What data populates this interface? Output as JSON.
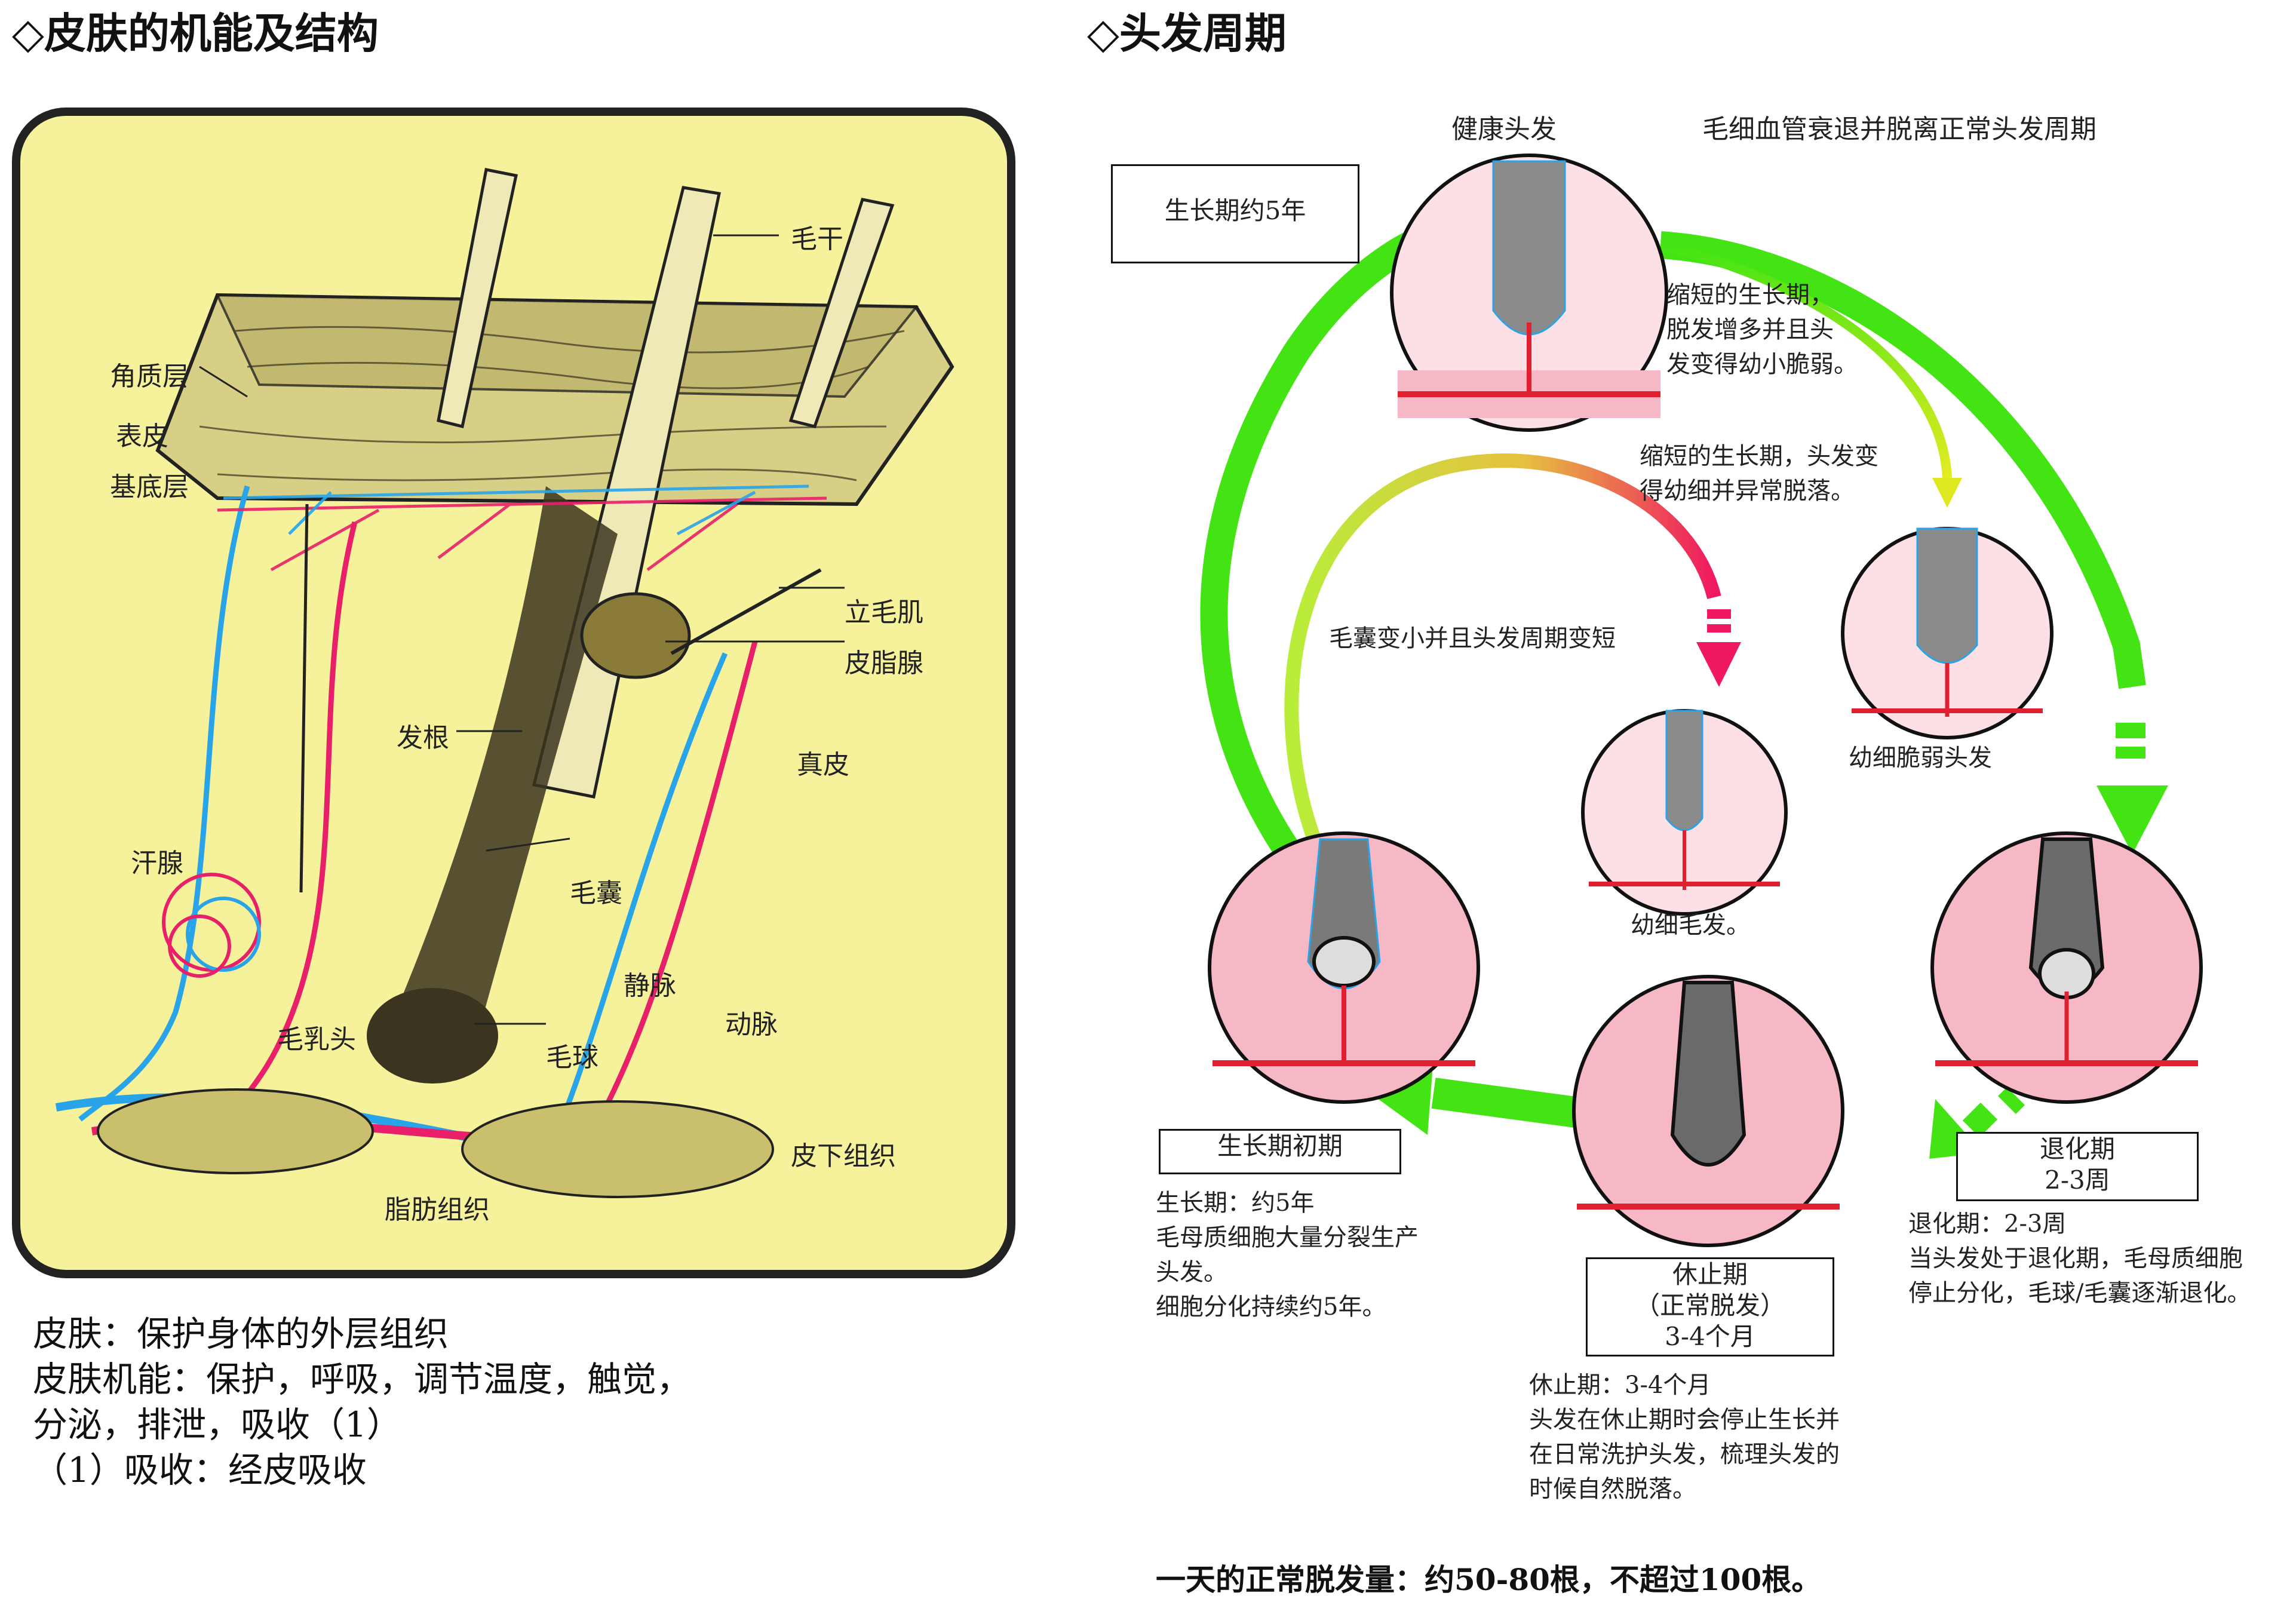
{
  "left": {
    "heading": "◇皮肤的机能及结构",
    "labels": {
      "keratin_layer": "角质层",
      "epidermis": "表皮",
      "basal_layer": "基底层",
      "hair_shaft": "毛干",
      "arrector_muscle": "立毛肌",
      "sebaceous_gland": "皮脂腺",
      "hair_root": "发根",
      "dermis": "真皮",
      "sweat_gland": "汗腺",
      "follicle": "毛囊",
      "vein": "静脉",
      "artery": "动脉",
      "papilla": "毛乳头",
      "hair_bulb": "毛球",
      "subcutaneous": "皮下组织",
      "fat_tissue": "脂肪组织"
    },
    "text_lines": [
      "皮肤：保护身体的外层组织",
      "皮肤机能：保护，呼吸，调节温度，触觉，",
      "分泌，排泄，吸收（1）",
      "（1）吸收：经皮吸收"
    ]
  },
  "right": {
    "heading": "◇头发周期",
    "healthy_label": "健康头发",
    "capillary_title": "毛细血管衰退并脱离正常头发周期",
    "growth_box": "生长期约5年",
    "shortened_note_1": [
      "缩短的生长期，",
      "脱发增多并且头",
      "发变得幼小脆弱。"
    ],
    "shortened_note_2": [
      "缩短的生长期，头发变",
      "得幼细并异常脱落。"
    ],
    "follicle_note": "毛囊变小并且头发周期变短",
    "weak_hair_label": "幼细脆弱头发",
    "fine_hair_label": "幼细毛发。",
    "early_growth_box": "生长期初期",
    "early_growth_note": [
      "生长期：约5年",
      "毛母质细胞大量分裂生产",
      "头发。",
      "细胞分化持续约5年。"
    ],
    "rest_box": [
      "休止期",
      "（正常脱发）",
      "3-4个月"
    ],
    "rest_note": [
      "休止期：3-4个月",
      "头发在休止期时会停止生长并",
      "在日常洗护头发，梳理头发的",
      "时候自然脱落。"
    ],
    "catagen_box": [
      "退化期",
      "2-3周"
    ],
    "catagen_note": [
      "退化期：2-3周",
      "当头发处于退化期，毛母质细胞",
      "停止分化，毛球/毛囊逐渐退化。"
    ],
    "footer": "一天的正常脱发量：约50-80根，不超过100根。"
  },
  "colors": {
    "skin_panel_bg": "#f6f29c",
    "cycle_green": "#44e414",
    "artery_red": "#e8206a",
    "vein_blue": "#2aa4e8",
    "circle_pink": "#f5b8c4"
  }
}
